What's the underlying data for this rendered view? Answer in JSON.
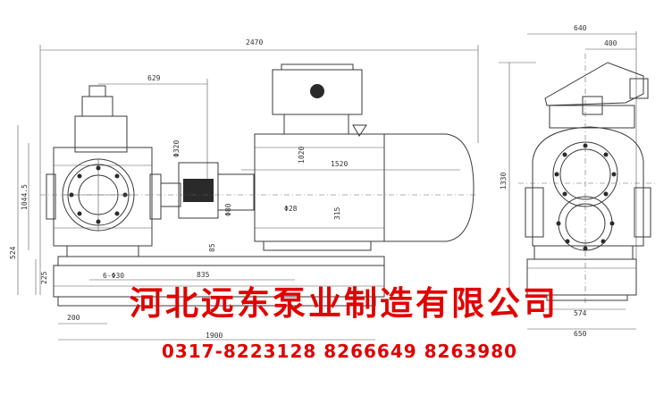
{
  "company_name": "河北远东泵业制造有限公司",
  "phone_numbers": "0317-8223128 8266649 8263980",
  "dimensions": {
    "overall_length": "2470",
    "pump_to_coupling": "629",
    "coupling_dia": "Φ320",
    "motor_height": "1020",
    "motor_length": "1520",
    "shaft_dia": "Φ28",
    "key_dim": "Φ80",
    "motor_center": "315",
    "base_step": "85",
    "bolt_holes": "6-Φ30",
    "bolt_span": "835",
    "left_height": "1044.5",
    "center_height": "524",
    "base_height": "225",
    "left_offset": "200",
    "base_length": "1900",
    "end_width_total": "640",
    "end_width_half": "400",
    "end_height": "1330",
    "end_base_inner": "574",
    "end_base_outer": "650"
  }
}
